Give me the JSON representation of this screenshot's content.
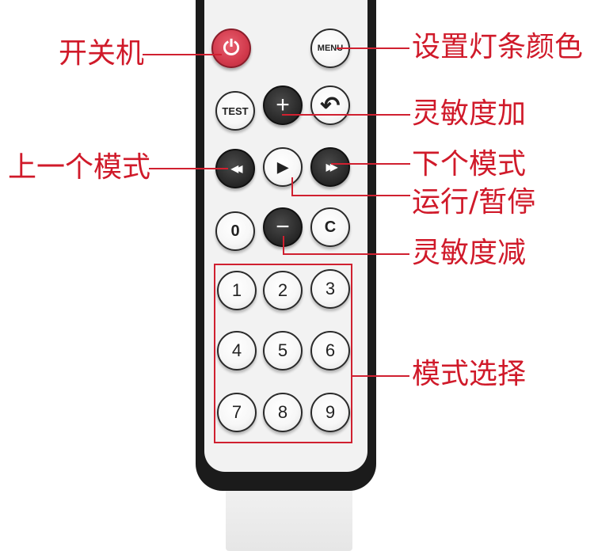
{
  "buttons": {
    "power_glyph": "⏻",
    "menu": "MENU",
    "test": "TEST",
    "plus": "+",
    "back_glyph": "↶",
    "prev_glyph": "◀◀",
    "play_glyph": "▶",
    "next_glyph": "▶▶",
    "zero": "0",
    "minus": "−",
    "c": "C",
    "digits": [
      "1",
      "2",
      "3",
      "4",
      "5",
      "6",
      "7",
      "8",
      "9"
    ]
  },
  "labels": {
    "power": "开关机",
    "menu": "设置灯条颜色",
    "sens_up": "灵敏度加",
    "prev": "上一个模式",
    "next": "下个模式",
    "play": "运行/暂停",
    "sens_down": "灵敏度减",
    "mode_select": "模式选择"
  },
  "colors": {
    "annotation": "#d01a2a",
    "power_button": "#d23a4c"
  },
  "icons": {
    "power": "power-icon",
    "back": "return-arrow-icon",
    "prev": "rewind-icon",
    "play": "play-icon",
    "next": "fast-forward-icon"
  }
}
